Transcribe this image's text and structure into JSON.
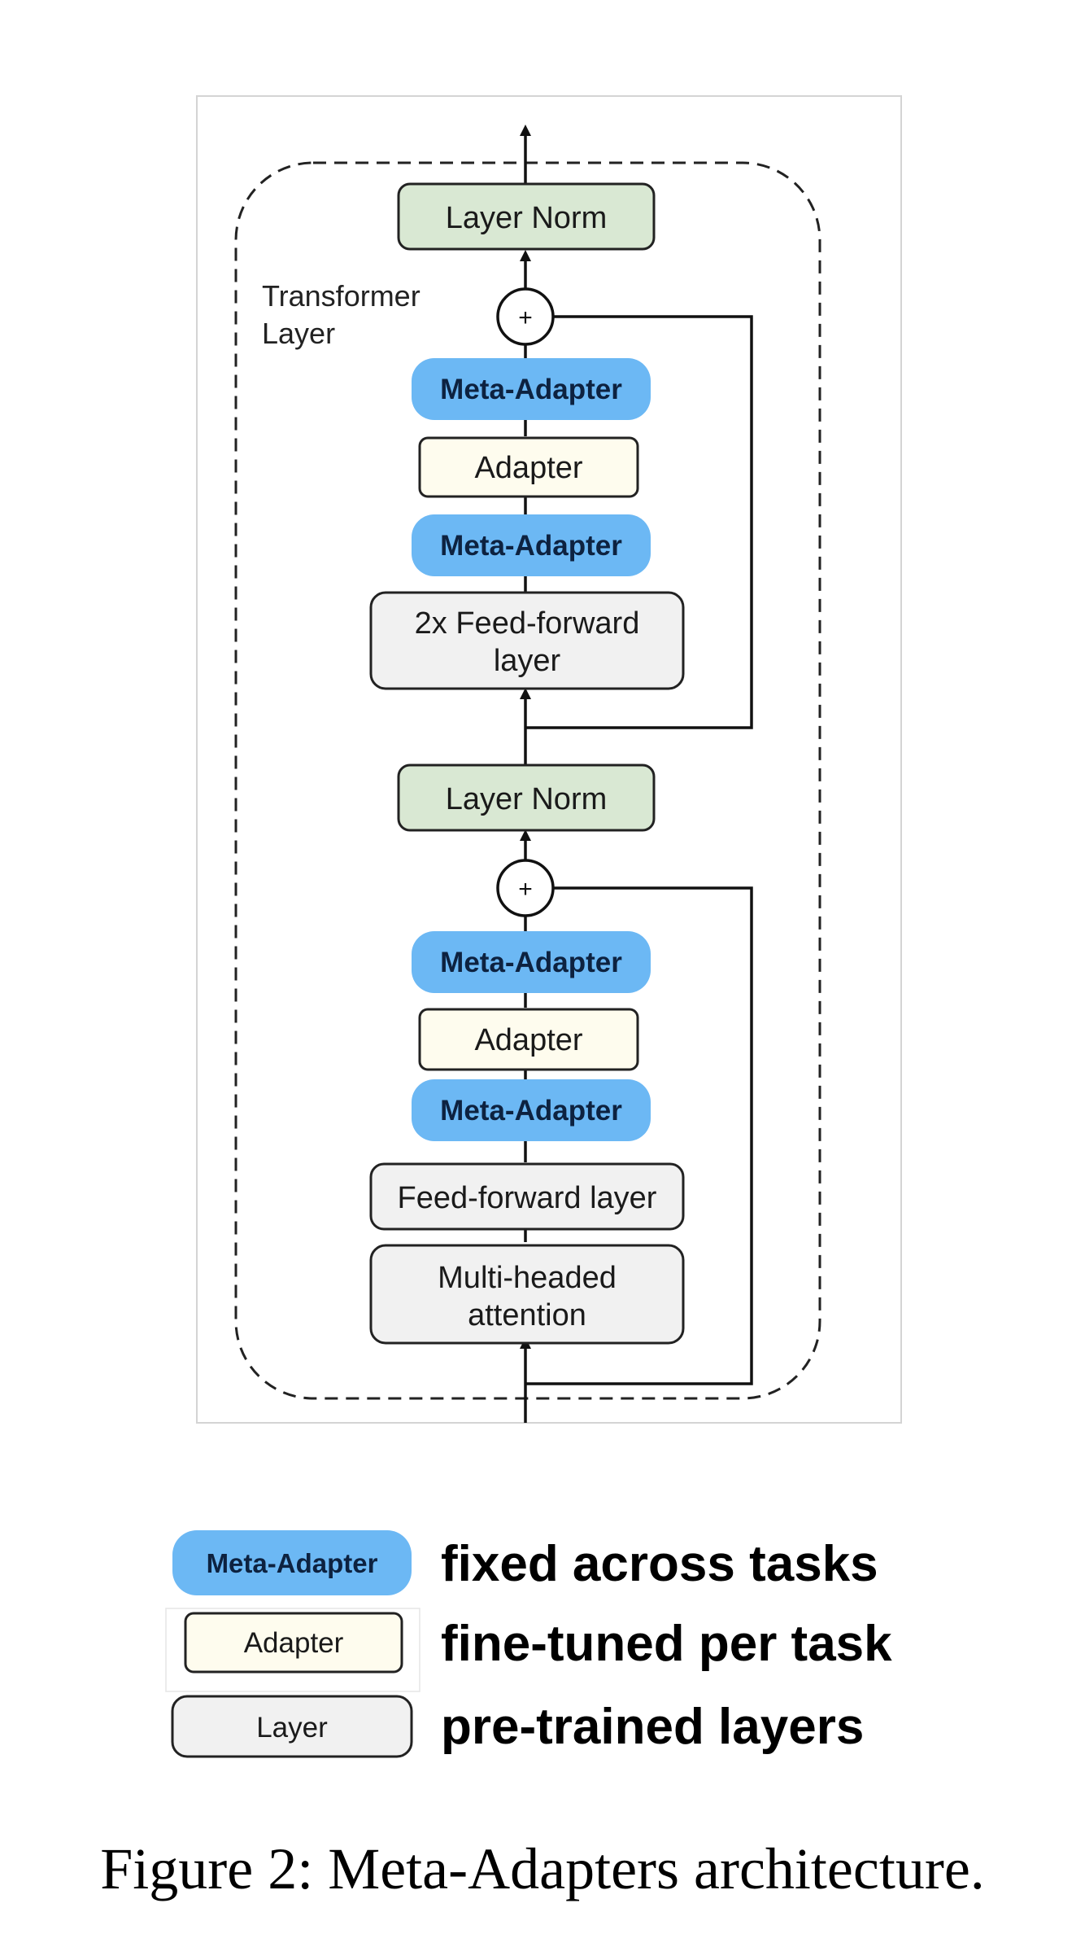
{
  "diagram": {
    "container_label": [
      "Transformer",
      "Layer"
    ],
    "upper_block": {
      "layer_norm": "Layer Norm",
      "plus_symbol": "+",
      "meta_adapter_top": "Meta-Adapter",
      "adapter": "Adapter",
      "meta_adapter_bottom": "Meta-Adapter",
      "feed_forward": [
        "2x Feed-forward",
        "layer"
      ]
    },
    "lower_block": {
      "layer_norm": "Layer Norm",
      "plus_symbol": "+",
      "meta_adapter_top": "Meta-Adapter",
      "adapter": "Adapter",
      "meta_adapter_bottom": "Meta-Adapter",
      "feed_forward": "Feed-forward layer",
      "attention": [
        "Multi-headed",
        "attention"
      ]
    }
  },
  "legend": [
    {
      "chip": "Meta-Adapter",
      "text": "fixed across tasks",
      "style": "meta"
    },
    {
      "chip": "Adapter",
      "text": "fine-tuned per task",
      "style": "adapter"
    },
    {
      "chip": "Layer",
      "text": "pre-trained layers",
      "style": "layer"
    }
  ],
  "caption": "Figure 2: Meta-Adapters architecture.",
  "colors": {
    "meta_adapter": "#6cb8f4",
    "adapter": "#fefcee",
    "layer": "#f1f1f1",
    "layer_norm": "#d9e8d3",
    "stroke": "#222222"
  }
}
